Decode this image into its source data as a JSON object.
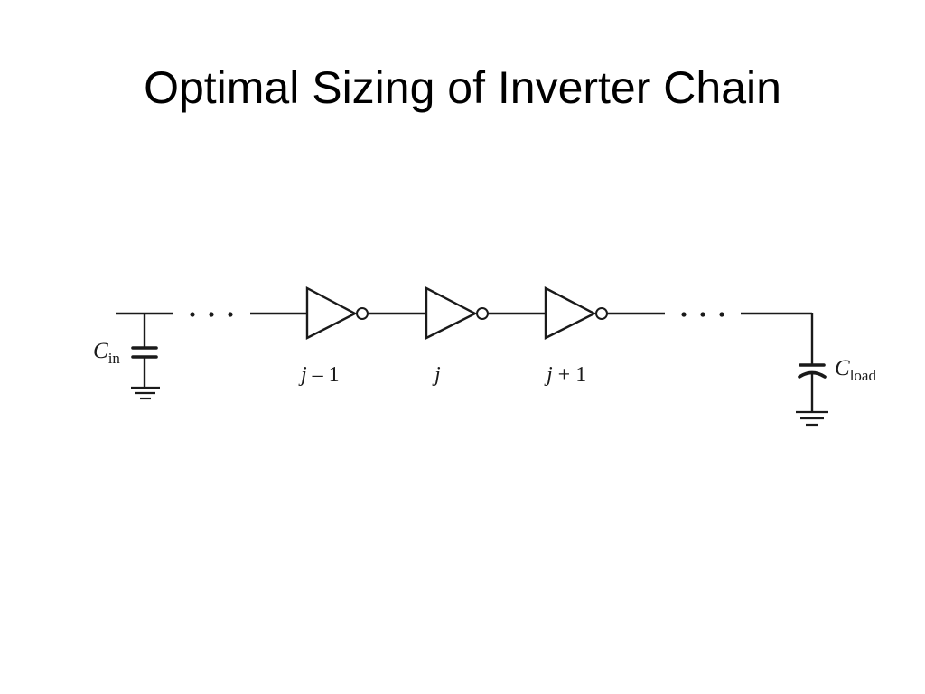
{
  "slide": {
    "title": "Optimal Sizing of Inverter Chain"
  },
  "diagram": {
    "input_cap": {
      "symbol": "C",
      "subscript": "in"
    },
    "load_cap": {
      "symbol": "C",
      "subscript": "load"
    },
    "stages": [
      {
        "label_var": "j",
        "label_suffix": " – 1"
      },
      {
        "label_var": "j",
        "label_suffix": ""
      },
      {
        "label_var": "j",
        "label_suffix": " + 1"
      }
    ],
    "ellipsis": "· · ·"
  }
}
